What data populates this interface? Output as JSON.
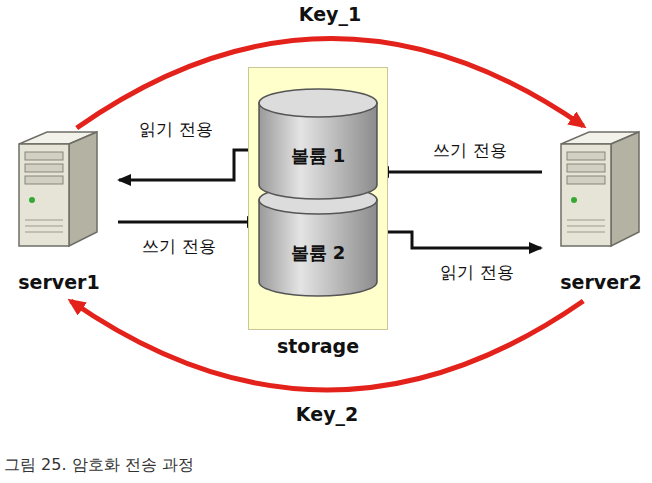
{
  "diagram": {
    "caption": "그림 25. 암호화 전송 과정",
    "nodes": [
      {
        "text": [
          "server1"
        ]
      },
      {
        "text": [
          "storage"
        ]
      },
      {
        "text": [
          "볼륨 1"
        ],
        "in": 1
      },
      {
        "text": [
          "볼륨 2"
        ],
        "in": 1
      },
      {
        "text": [
          "server2"
        ]
      }
    ],
    "edges": [
      {
        "from": 0,
        "to": 4,
        "label": "Key_1",
        "arrow": "to"
      },
      {
        "from": 4,
        "to": 0,
        "label": "Key_2",
        "arrow": "to"
      },
      {
        "from": 2,
        "to": 0,
        "label": "읽기 전용",
        "arrow": "to"
      },
      {
        "from": 0,
        "to": 3,
        "label": "쓰기 전용",
        "arrow": "to"
      },
      {
        "from": 4,
        "to": 2,
        "label": "쓰기 전용",
        "arrow": "to"
      },
      {
        "from": 3,
        "to": 4,
        "label": "읽기 전용",
        "arrow": "to"
      }
    ]
  }
}
